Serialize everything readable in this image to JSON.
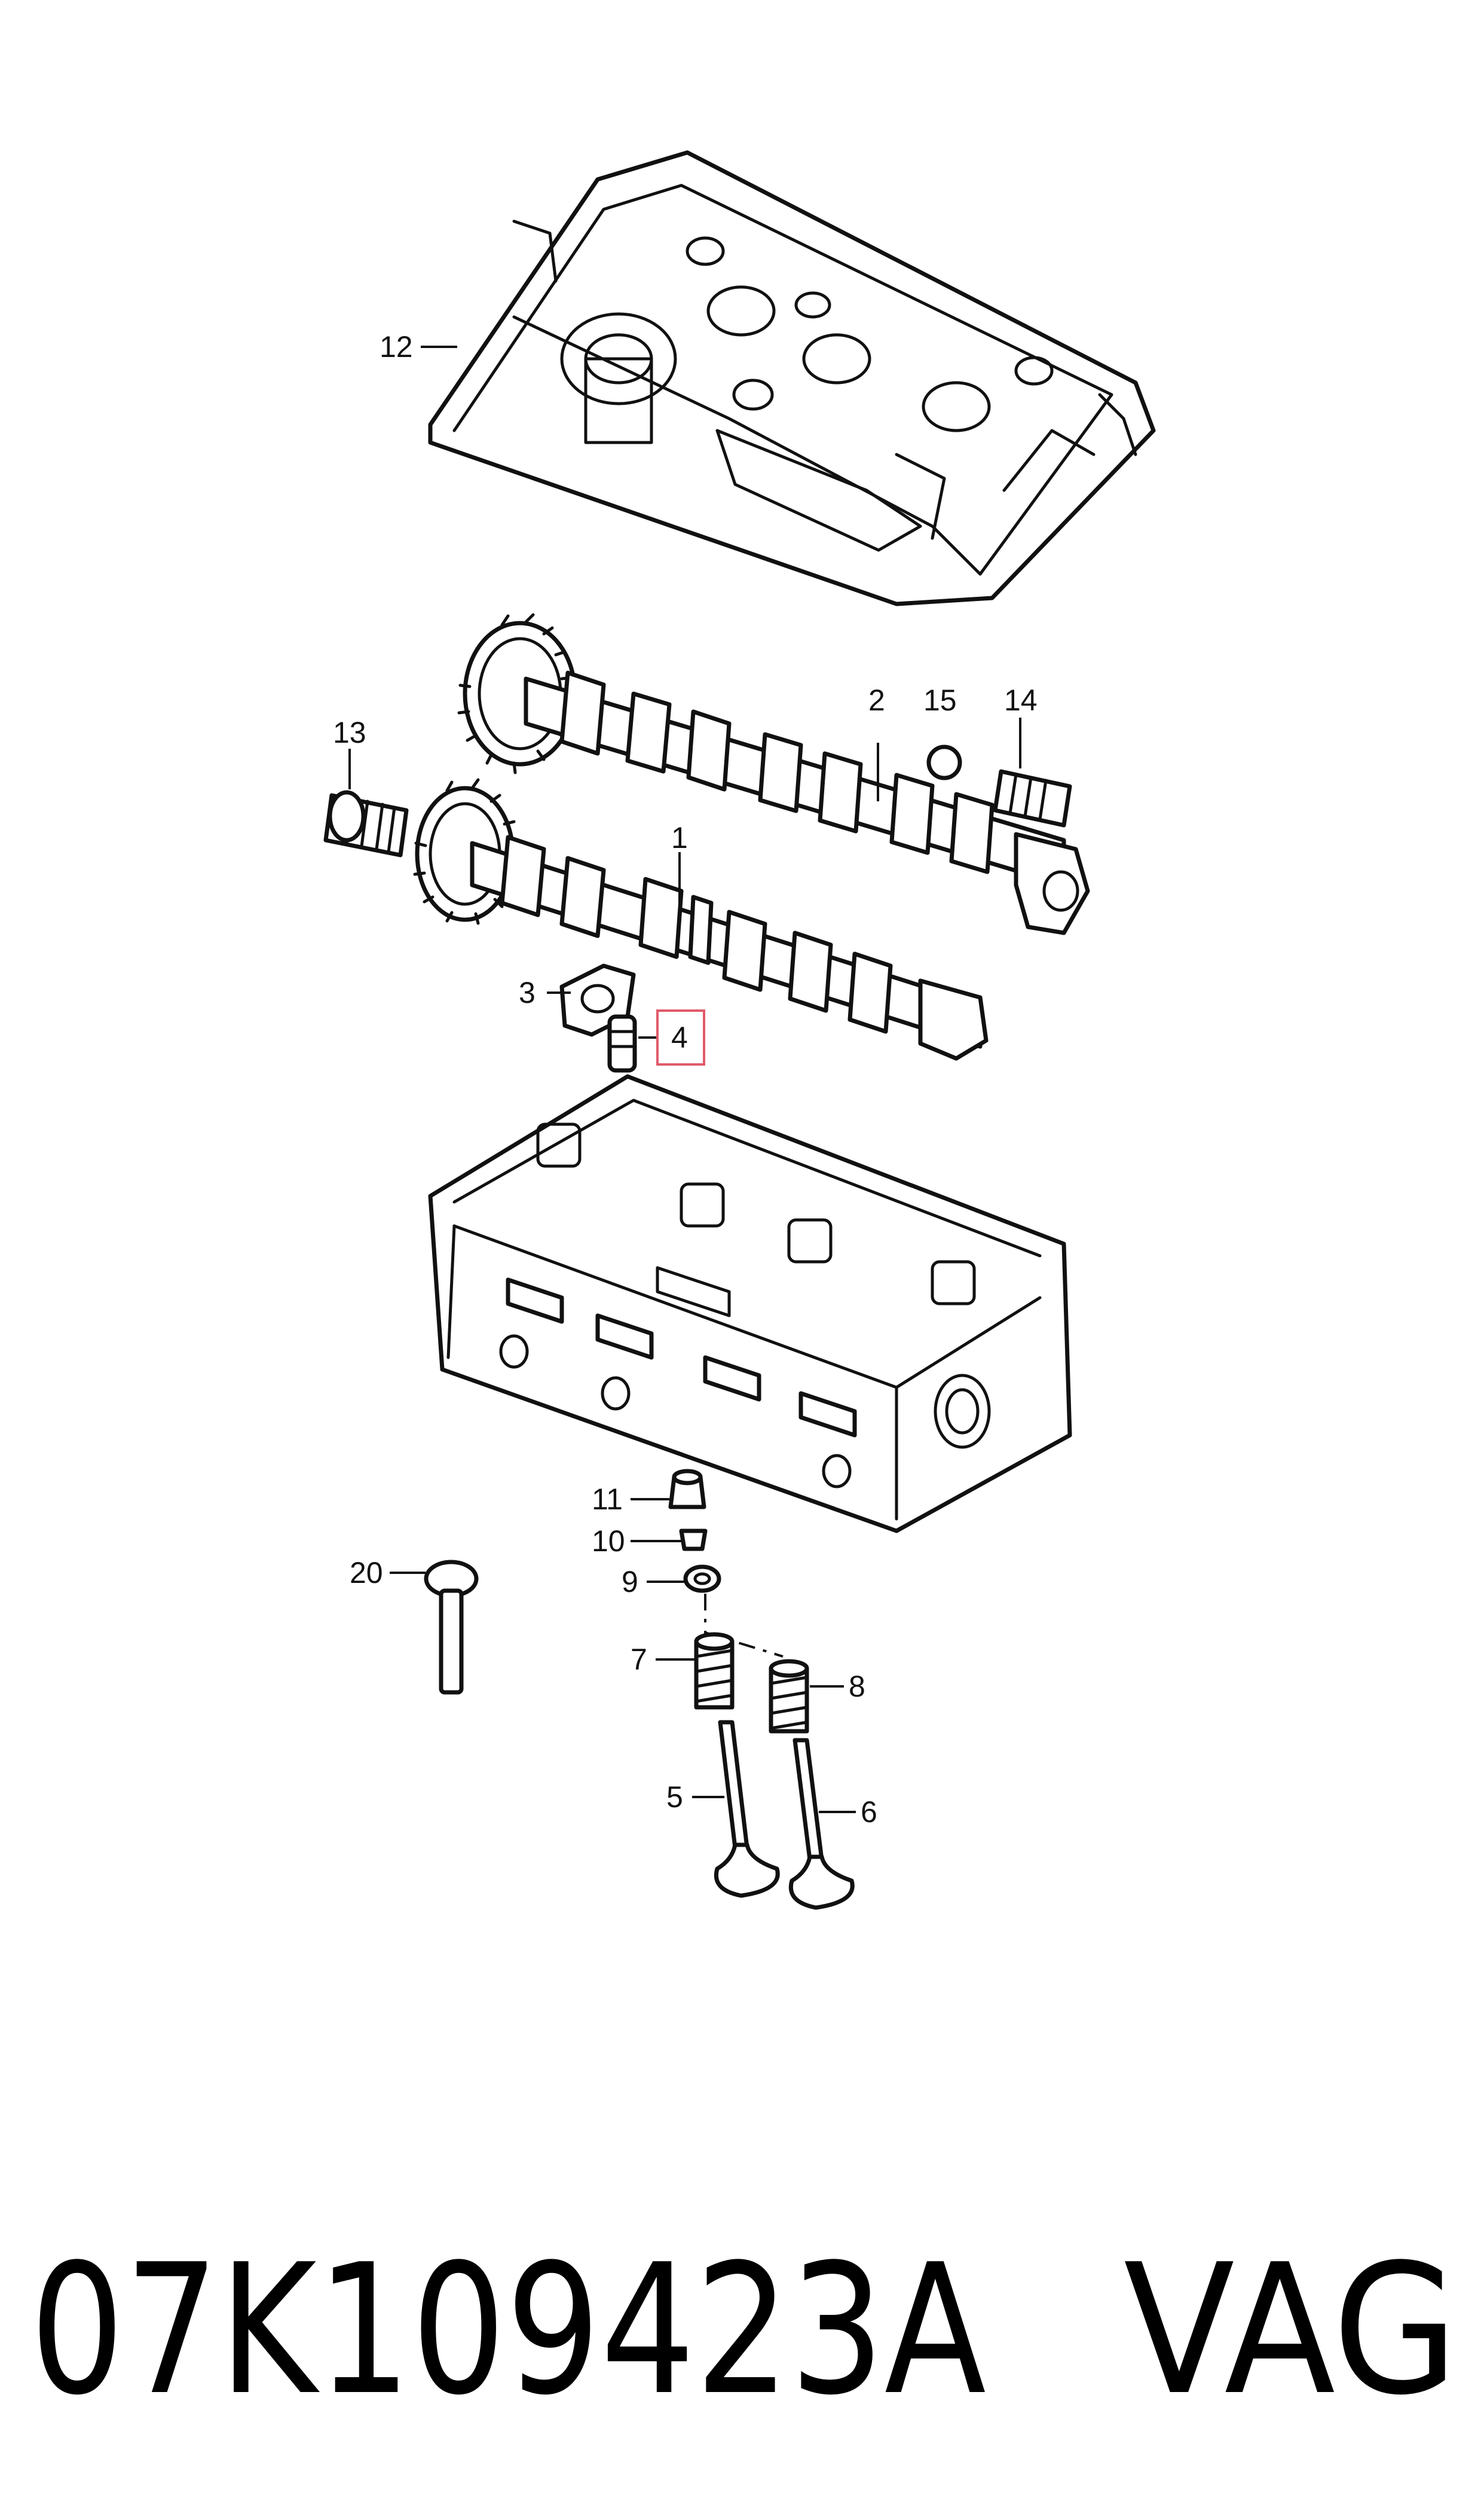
{
  "callouts": {
    "c1": "1",
    "c2": "2",
    "c3": "3",
    "c4": "4",
    "c5": "5",
    "c6": "6",
    "c7": "7",
    "c8": "8",
    "c9": "9",
    "c10": "10",
    "c11": "11",
    "c12": "12",
    "c13": "13",
    "c14": "14",
    "c15": "15",
    "c20": "20"
  },
  "highlighted_callout": "4",
  "highlight_color": "#e05a6a",
  "footer": {
    "part_number": "07K109423A",
    "brand": "VAG"
  }
}
